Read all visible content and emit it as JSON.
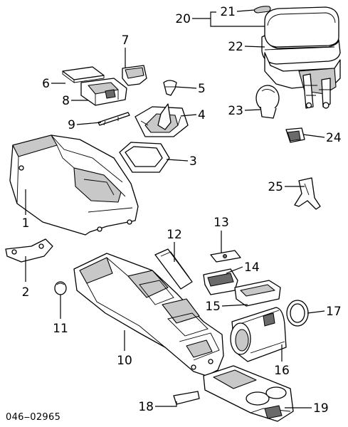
{
  "reference_code": "046‒02965",
  "callouts": [
    {
      "id": "c1",
      "label": "1"
    },
    {
      "id": "c2",
      "label": "2"
    },
    {
      "id": "c3",
      "label": "3"
    },
    {
      "id": "c4",
      "label": "4"
    },
    {
      "id": "c5",
      "label": "5"
    },
    {
      "id": "c6",
      "label": "6"
    },
    {
      "id": "c7",
      "label": "7"
    },
    {
      "id": "c8",
      "label": "8"
    },
    {
      "id": "c9",
      "label": "9"
    },
    {
      "id": "c10",
      "label": "10"
    },
    {
      "id": "c11",
      "label": "11"
    },
    {
      "id": "c12",
      "label": "12"
    },
    {
      "id": "c13",
      "label": "13"
    },
    {
      "id": "c14",
      "label": "14"
    },
    {
      "id": "c15",
      "label": "15"
    },
    {
      "id": "c16",
      "label": "16"
    },
    {
      "id": "c17",
      "label": "17"
    },
    {
      "id": "c18",
      "label": "18"
    },
    {
      "id": "c19",
      "label": "19"
    },
    {
      "id": "c20",
      "label": "20"
    },
    {
      "id": "c21",
      "label": "21"
    },
    {
      "id": "c22",
      "label": "22"
    },
    {
      "id": "c23",
      "label": "23"
    },
    {
      "id": "c24",
      "label": "24"
    },
    {
      "id": "c25",
      "label": "25"
    }
  ]
}
